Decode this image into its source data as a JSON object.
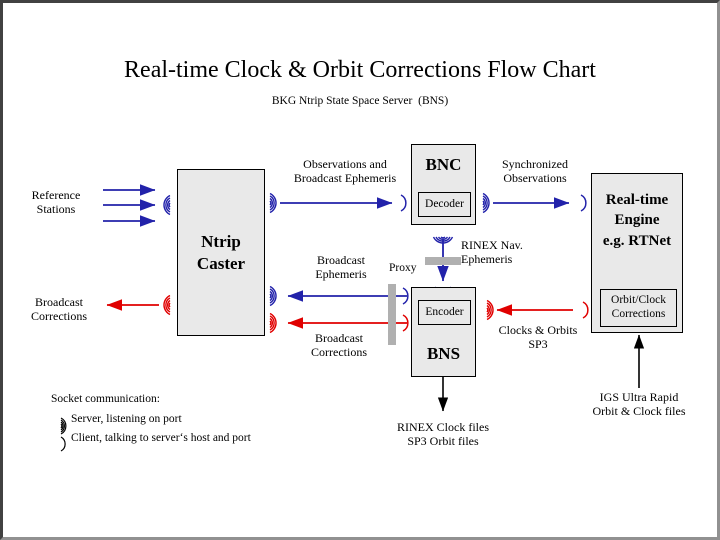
{
  "page": {
    "title": "Real-time Clock & Orbit Corrections Flow Chart",
    "subtitle": "BKG Ntrip State Space Server  (BNS)"
  },
  "colors": {
    "blue": "#2222aa",
    "red": "#e00000",
    "box_fill": "#e9e9e9",
    "box_stroke": "#000000",
    "proxy_gray": "#b0b0b0",
    "frame_dark": "#414141",
    "frame_light": "#919191"
  },
  "nodes": {
    "ntrip_caster": {
      "label_line1": "Ntrip",
      "label_line2": "Caster"
    },
    "bnc": {
      "title": "BNC",
      "inner": "Decoder"
    },
    "bns": {
      "title": "BNS",
      "inner": "Encoder"
    },
    "rt_engine": {
      "line1": "Real-time",
      "line2": "Engine",
      "line3": "e.g. RTNet",
      "inner_line1": "Orbit/Clock",
      "inner_line2": "Corrections"
    }
  },
  "labels": {
    "reference_stations": "Reference\nStations",
    "broadcast_corrections_left": "Broadcast\nCorrections",
    "observations_and_broadcast_ephemeris": "Observations and\nBroadcast Ephemeris",
    "synchronized_observations": "Synchronized\nObservations",
    "rinex_nav_ephemeris": "RINEX Nav.\nEphemeris",
    "broadcast_ephemeris": "Broadcast\nEphemeris",
    "broadcast_corrections_center": "Broadcast\nCorrections",
    "proxy": "Proxy",
    "clocks_and_orbits_sp3": "Clocks & Orbits\nSP3",
    "rinex_clock_sp3_files": "RINEX Clock files\nSP3 Orbit files",
    "igs_ultra_rapid": "IGS Ultra Rapid\nOrbit & Clock files"
  },
  "legend": {
    "heading": "Socket communication:",
    "server_item": "Server, listening on port",
    "client_item": "Client, talking to server‘s host and port",
    "server_icon": "socket-server-icon",
    "client_icon": "socket-client-icon"
  }
}
